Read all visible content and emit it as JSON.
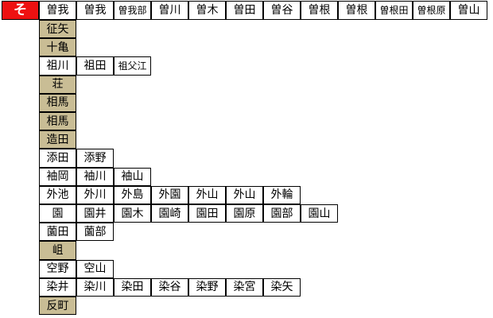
{
  "colors": {
    "kana_bg": "#ee1111",
    "header_bg": "#c9bd95",
    "cell_bg": "#ffffff",
    "border": "#000000"
  },
  "index_kana": "そ",
  "top_row": [
    "曽我",
    "曽我",
    "曽我部",
    "曽川",
    "曽木",
    "曽田",
    "曽谷",
    "曽根",
    "曽根",
    "曽根田",
    "曽根原",
    "曽山"
  ],
  "rows": [
    {
      "head": "征矢",
      "items": []
    },
    {
      "head": "十亀",
      "items": []
    },
    {
      "head": "",
      "items": [
        "祖川",
        "祖田",
        "祖父江"
      ]
    },
    {
      "head": "荘",
      "items": []
    },
    {
      "head": "相馬",
      "items": []
    },
    {
      "head": "相馬",
      "items": []
    },
    {
      "head": "造田",
      "items": []
    },
    {
      "head": "",
      "items": [
        "添田",
        "添野"
      ]
    },
    {
      "head": "",
      "items": [
        "袖岡",
        "袖川",
        "袖山"
      ]
    },
    {
      "head": "",
      "items": [
        "外池",
        "外川",
        "外島",
        "外園",
        "外山",
        "外山",
        "外輪"
      ]
    },
    {
      "head": "",
      "items": [
        "園",
        "園井",
        "園木",
        "園崎",
        "園田",
        "園原",
        "園部",
        "園山"
      ]
    },
    {
      "head": "",
      "items": [
        "薗田",
        "薗部"
      ]
    },
    {
      "head": "岨",
      "items": []
    },
    {
      "head": "",
      "items": [
        "空野",
        "空山"
      ]
    },
    {
      "head": "",
      "items": [
        "染井",
        "染川",
        "染田",
        "染谷",
        "染野",
        "染宮",
        "染矢"
      ]
    },
    {
      "head": "反町",
      "items": []
    }
  ]
}
